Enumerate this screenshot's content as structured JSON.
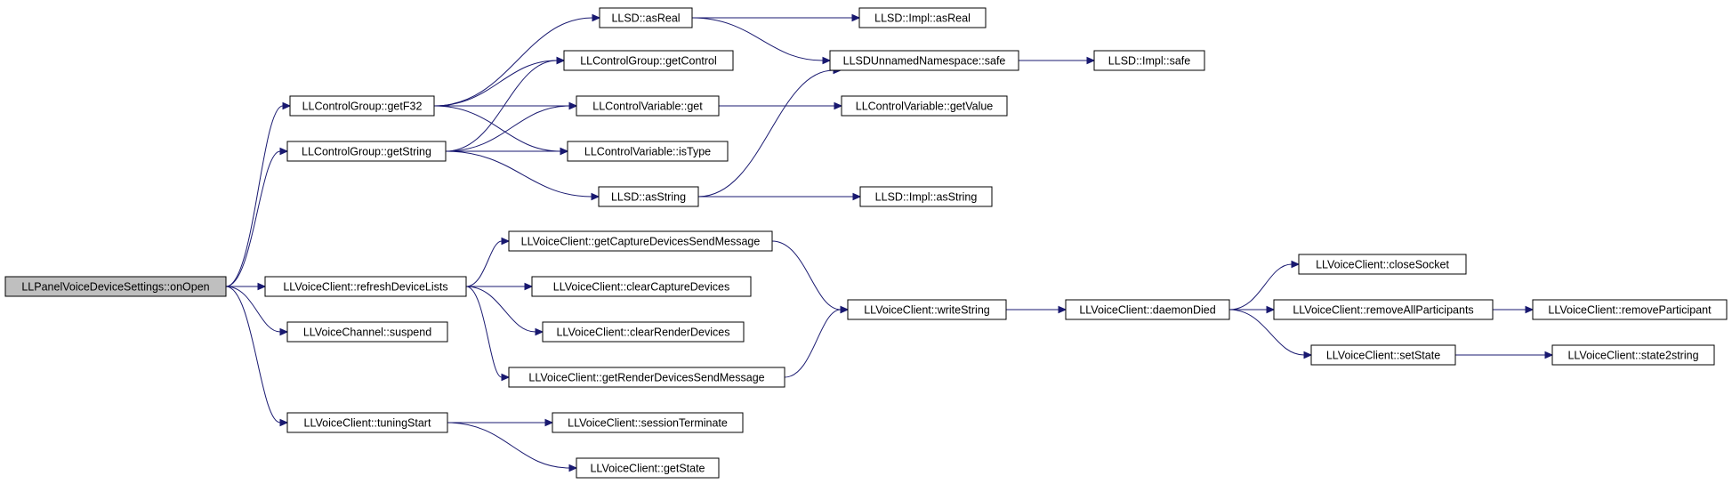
{
  "nodes": [
    {
      "id": "n0",
      "label": "LLPanelVoiceDeviceSettings::onOpen",
      "highlight": true
    },
    {
      "id": "n1",
      "label": "LLControlGroup::getF32"
    },
    {
      "id": "n2",
      "label": "LLControlGroup::getString"
    },
    {
      "id": "n3",
      "label": "LLVoiceClient::refreshDeviceLists"
    },
    {
      "id": "n4",
      "label": "LLVoiceChannel::suspend"
    },
    {
      "id": "n5",
      "label": "LLVoiceClient::tuningStart"
    },
    {
      "id": "n6",
      "label": "LLSD::asReal"
    },
    {
      "id": "n7",
      "label": "LLControlGroup::getControl"
    },
    {
      "id": "n8",
      "label": "LLControlVariable::get"
    },
    {
      "id": "n9",
      "label": "LLControlVariable::isType"
    },
    {
      "id": "n10",
      "label": "LLSD::asString"
    },
    {
      "id": "n11",
      "label": "LLSD::Impl::asReal"
    },
    {
      "id": "n12",
      "label": "LLSDUnnamedNamespace::safe"
    },
    {
      "id": "n13",
      "label": "LLSD::Impl::safe"
    },
    {
      "id": "n14",
      "label": "LLControlVariable::getValue"
    },
    {
      "id": "n15",
      "label": "LLSD::Impl::asString"
    },
    {
      "id": "n16",
      "label": "LLVoiceClient::getCaptureDevicesSendMessage"
    },
    {
      "id": "n17",
      "label": "LLVoiceClient::clearCaptureDevices"
    },
    {
      "id": "n18",
      "label": "LLVoiceClient::clearRenderDevices"
    },
    {
      "id": "n19",
      "label": "LLVoiceClient::getRenderDevicesSendMessage"
    },
    {
      "id": "n20",
      "label": "LLVoiceClient::writeString"
    },
    {
      "id": "n21",
      "label": "LLVoiceClient::daemonDied"
    },
    {
      "id": "n22",
      "label": "LLVoiceClient::closeSocket"
    },
    {
      "id": "n23",
      "label": "LLVoiceClient::removeAllParticipants"
    },
    {
      "id": "n24",
      "label": "LLVoiceClient::setState"
    },
    {
      "id": "n25",
      "label": "LLVoiceClient::removeParticipant"
    },
    {
      "id": "n26",
      "label": "LLVoiceClient::state2string"
    },
    {
      "id": "n27",
      "label": "LLVoiceClient::sessionTerminate"
    },
    {
      "id": "n28",
      "label": "LLVoiceClient::getState"
    }
  ],
  "edges": [
    {
      "from": "n0",
      "to": "n1"
    },
    {
      "from": "n0",
      "to": "n2"
    },
    {
      "from": "n0",
      "to": "n3"
    },
    {
      "from": "n0",
      "to": "n4"
    },
    {
      "from": "n0",
      "to": "n5"
    },
    {
      "from": "n1",
      "to": "n6"
    },
    {
      "from": "n1",
      "to": "n7"
    },
    {
      "from": "n1",
      "to": "n8"
    },
    {
      "from": "n1",
      "to": "n9"
    },
    {
      "from": "n2",
      "to": "n7"
    },
    {
      "from": "n2",
      "to": "n8"
    },
    {
      "from": "n2",
      "to": "n9"
    },
    {
      "from": "n2",
      "to": "n10"
    },
    {
      "from": "n6",
      "to": "n11"
    },
    {
      "from": "n6",
      "to": "n12"
    },
    {
      "from": "n10",
      "to": "n12"
    },
    {
      "from": "n10",
      "to": "n15"
    },
    {
      "from": "n12",
      "to": "n13"
    },
    {
      "from": "n8",
      "to": "n14"
    },
    {
      "from": "n3",
      "to": "n16"
    },
    {
      "from": "n3",
      "to": "n17"
    },
    {
      "from": "n3",
      "to": "n18"
    },
    {
      "from": "n3",
      "to": "n19"
    },
    {
      "from": "n16",
      "to": "n20"
    },
    {
      "from": "n19",
      "to": "n20"
    },
    {
      "from": "n20",
      "to": "n21"
    },
    {
      "from": "n21",
      "to": "n22"
    },
    {
      "from": "n21",
      "to": "n23"
    },
    {
      "from": "n21",
      "to": "n24"
    },
    {
      "from": "n23",
      "to": "n25"
    },
    {
      "from": "n24",
      "to": "n26"
    },
    {
      "from": "n5",
      "to": "n27"
    },
    {
      "from": "n5",
      "to": "n28"
    }
  ],
  "colors": {
    "edge": "#191970",
    "node_fill": "#ffffff",
    "node_highlight_fill": "#bfbfbf",
    "node_stroke": "#000000"
  }
}
